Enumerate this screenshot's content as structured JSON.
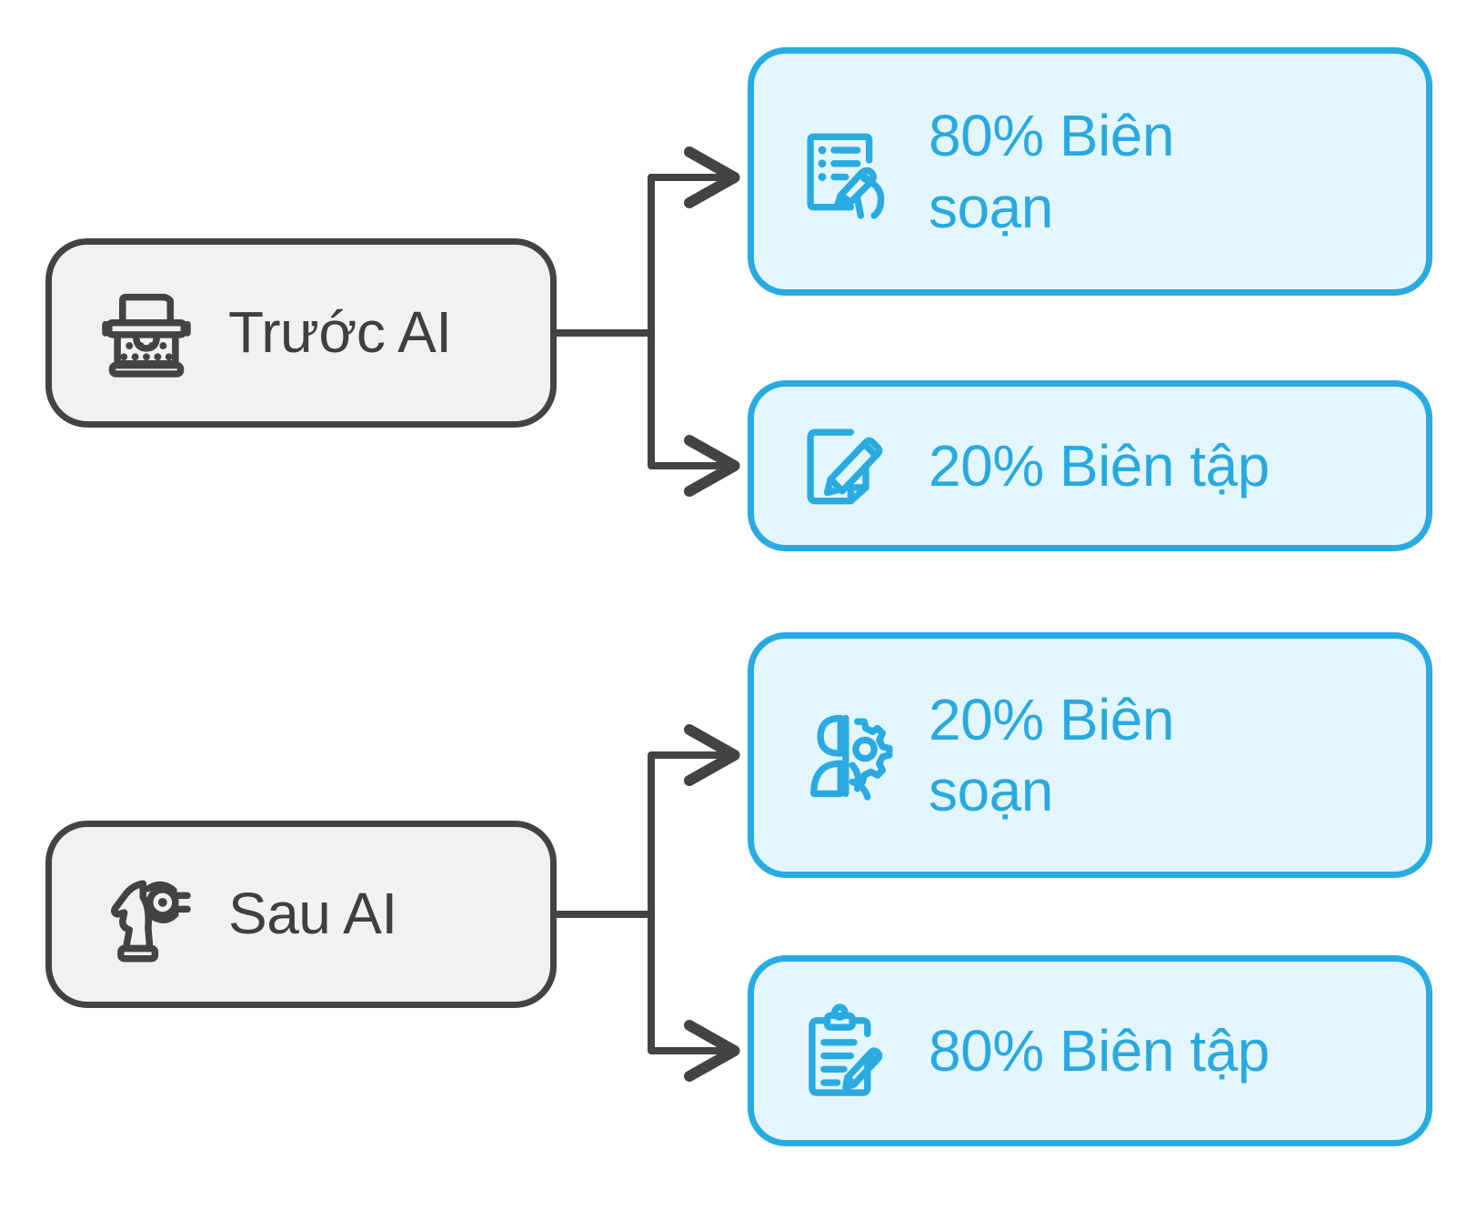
{
  "diagram": {
    "type": "flow-diagram",
    "title": "",
    "orientation": "left-to-right",
    "palette": {
      "source_fill": "#f1f1f1",
      "source_stroke": "#434343",
      "source_text": "#3f3f3f",
      "target_fill": "#e4f6fd",
      "target_stroke": "#29abe2",
      "target_text": "#2aa9e0",
      "connector": "#434343",
      "background": "#ffffff"
    },
    "groups": [
      {
        "id": "before-ai",
        "source": {
          "label": "Trước AI",
          "icon": "typewriter-icon"
        },
        "targets": [
          {
            "id": "before-ai-drafting",
            "label": "80% Biên soạn",
            "percent": "80%",
            "task": "Biên soạn",
            "icon": "document-handwriting-icon"
          },
          {
            "id": "before-ai-editing",
            "label": "20% Biên tập",
            "percent": "20%",
            "task": "Biên tập",
            "icon": "document-pencil-edit-icon"
          }
        ]
      },
      {
        "id": "after-ai",
        "source": {
          "label": "Sau AI",
          "icon": "chess-knight-robot-icon"
        },
        "targets": [
          {
            "id": "after-ai-drafting",
            "label": "20% Biên soạn",
            "percent": "20%",
            "task": "Biên soạn",
            "icon": "human-gear-ai-icon"
          },
          {
            "id": "after-ai-editing",
            "label": "80% Biên tập",
            "percent": "80%",
            "task": "Biên tập",
            "icon": "clipboard-pencil-icon"
          }
        ]
      }
    ]
  }
}
